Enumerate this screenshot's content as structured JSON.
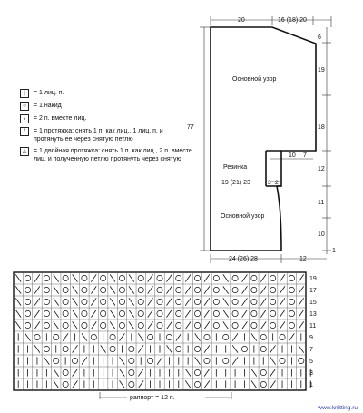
{
  "legend": [
    {
      "icon": "vertical-bar-icon",
      "symbol": "|",
      "text": "= 1 лиц. п."
    },
    {
      "icon": "circle-icon",
      "symbol": "○",
      "text": "= 1 накид"
    },
    {
      "icon": "slash-right-icon",
      "symbol": "/",
      "text": "= 2 п. вместе лиц."
    },
    {
      "icon": "slash-left-icon",
      "symbol": "\\",
      "text": "= 1 протяжка: снять 1 п. как лиц., 1 лиц. п. и протянуть ее через снятую петлю"
    },
    {
      "icon": "triangle-icon",
      "symbol": "△",
      "text": "= 1 двойная протяжка: снять 1 п. как лиц., 2 п. вместе лиц. и полученную петлю протянуть через снятую"
    }
  ],
  "schematic": {
    "label_top_left": "20",
    "label_top_right": "16 (18) 20",
    "label_6": "6",
    "label_19": "19",
    "label_18": "18",
    "label_12": "12",
    "label_11": "11",
    "label_10": "10",
    "label_1": "1",
    "label_77": "77",
    "label_10_7_a": "10",
    "label_10_7_b": "7",
    "label_3": "3",
    "label_2": "2",
    "main_pattern_top": "Основной узор",
    "rib": "Резинка",
    "rib_width": "19 (21) 23",
    "main_pattern_bottom": "Основной узор",
    "bottom_width": "24 (26) 28",
    "bottom_right": "12"
  },
  "chart": {
    "row_numbers": [
      "19",
      "17",
      "15",
      "13",
      "11",
      "9",
      "7",
      "5",
      "3",
      "1"
    ],
    "rows": [
      "\\O/O\\O\\O/O\\O\\O/O/O/O/O\\O/O/O/O/",
      "\\O/O\\O\\O/O\\O\\O/O/O/O/O\\O/O/O/O/",
      "\\O/O\\O\\O/O\\O\\O/O/O/O/O\\O/O/O/O/",
      "\\O/O\\O\\O/O\\O\\O/O/O/O/O\\O/O/O/O/",
      "\\O/O\\O\\O/O\\O\\O/O/O/O/O\\O/O/O/O/",
      "|\\O|O/|\\O|O/|\\O|O/|\\O|O/|\\O|O/|",
      "||\\O|O/||\\O|O/||\\O|O/||\\O|O/||\\",
      "|||\\O|O/|||\\O|O/|||\\O|O/|||\\O|O",
      "||||\\O/||||\\O/||||\\O/||||\\O/||||",
      "||||\\O/||||\\O/||||\\O/||||\\O/||||"
    ],
    "rapport": "раппорт = 12 п."
  },
  "credit": "www.knitting.ru"
}
